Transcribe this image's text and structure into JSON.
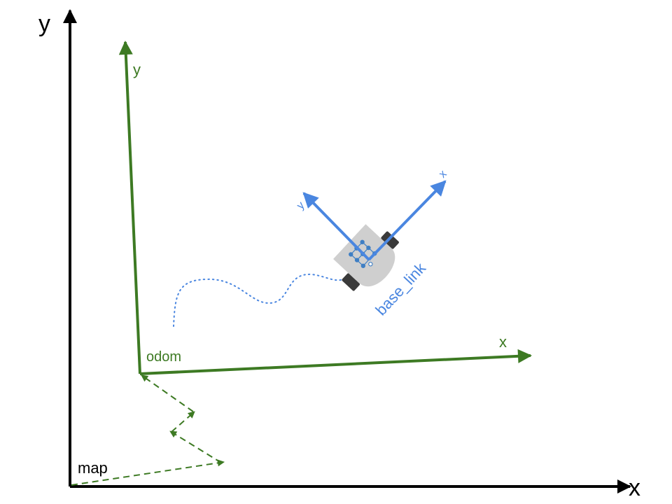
{
  "colors": {
    "map": "#000000",
    "odom": "#3d7a23",
    "base_link": "#4a86e0",
    "robot_body": "#cfcfcf",
    "robot_wheel": "#3a3a3a",
    "robot_dots": "#3f7fc4"
  },
  "frames": {
    "map": {
      "name": "map",
      "x_label": "x",
      "y_label": "y"
    },
    "odom": {
      "name": "odom",
      "x_label": "x",
      "y_label": "y"
    },
    "base_link": {
      "name": "base_link",
      "x_label": "x",
      "y_label": "y"
    }
  },
  "connectors": {
    "map_to_odom": {
      "style": "dashed",
      "color": "odom",
      "from": "map",
      "to": "odom"
    },
    "odom_trajectory": {
      "style": "dotted",
      "color": "base_link",
      "from": "odom",
      "to": "base_link"
    }
  },
  "icons": {
    "robot": "robot-icon"
  }
}
